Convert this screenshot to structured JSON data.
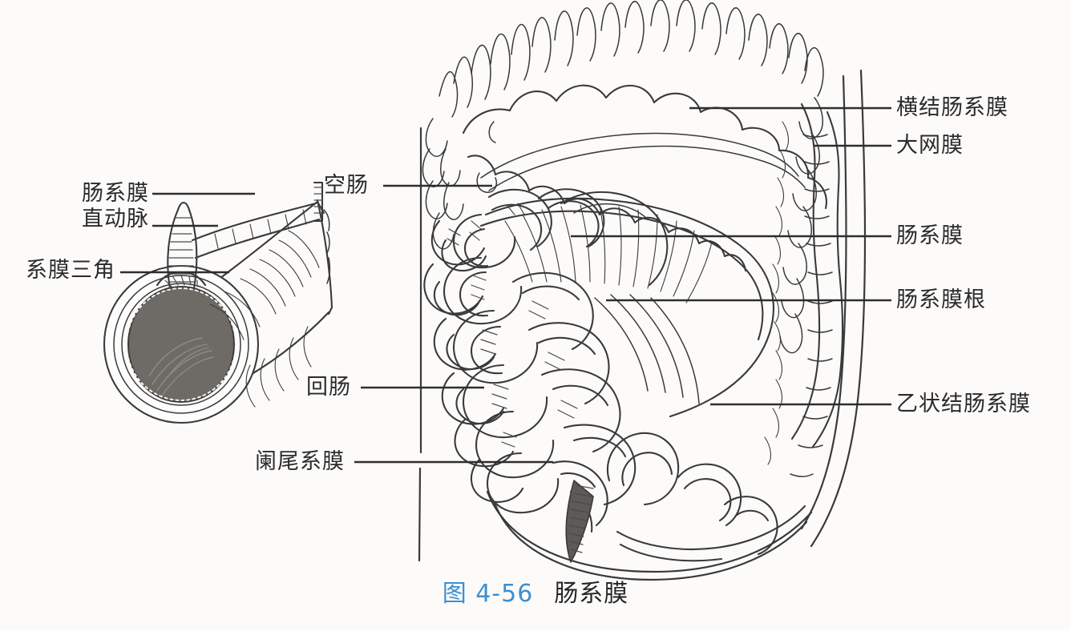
{
  "figure": {
    "title_number": "图 4-56",
    "title_text": "肠系膜",
    "accent_color": "#3c8fd2",
    "ink_color": "#2b2b2b",
    "background_color": "#fcfbfa",
    "subject": "mesentery-anatomical-illustration"
  },
  "labels_right": [
    {
      "id": "transverse-mesocolon",
      "text": "横结肠系膜"
    },
    {
      "id": "greater-omentum",
      "text": "大网膜"
    },
    {
      "id": "mesentery-right",
      "text": "肠系膜"
    },
    {
      "id": "mesenteric-root",
      "text": "肠系膜根"
    },
    {
      "id": "sigmoid-mesocolon",
      "text": "乙状结肠系膜"
    }
  ],
  "labels_left": [
    {
      "id": "mesenteric-straight-artery-line1",
      "text": "肠系膜"
    },
    {
      "id": "mesenteric-straight-artery-line2",
      "text": "直动脉"
    },
    {
      "id": "mesenteric-triangle",
      "text": "系膜三角"
    }
  ],
  "labels_middle": [
    {
      "id": "jejunum",
      "text": "空肠"
    },
    {
      "id": "ileum",
      "text": "回肠"
    },
    {
      "id": "mesoappendix",
      "text": "阑尾系膜"
    }
  ]
}
